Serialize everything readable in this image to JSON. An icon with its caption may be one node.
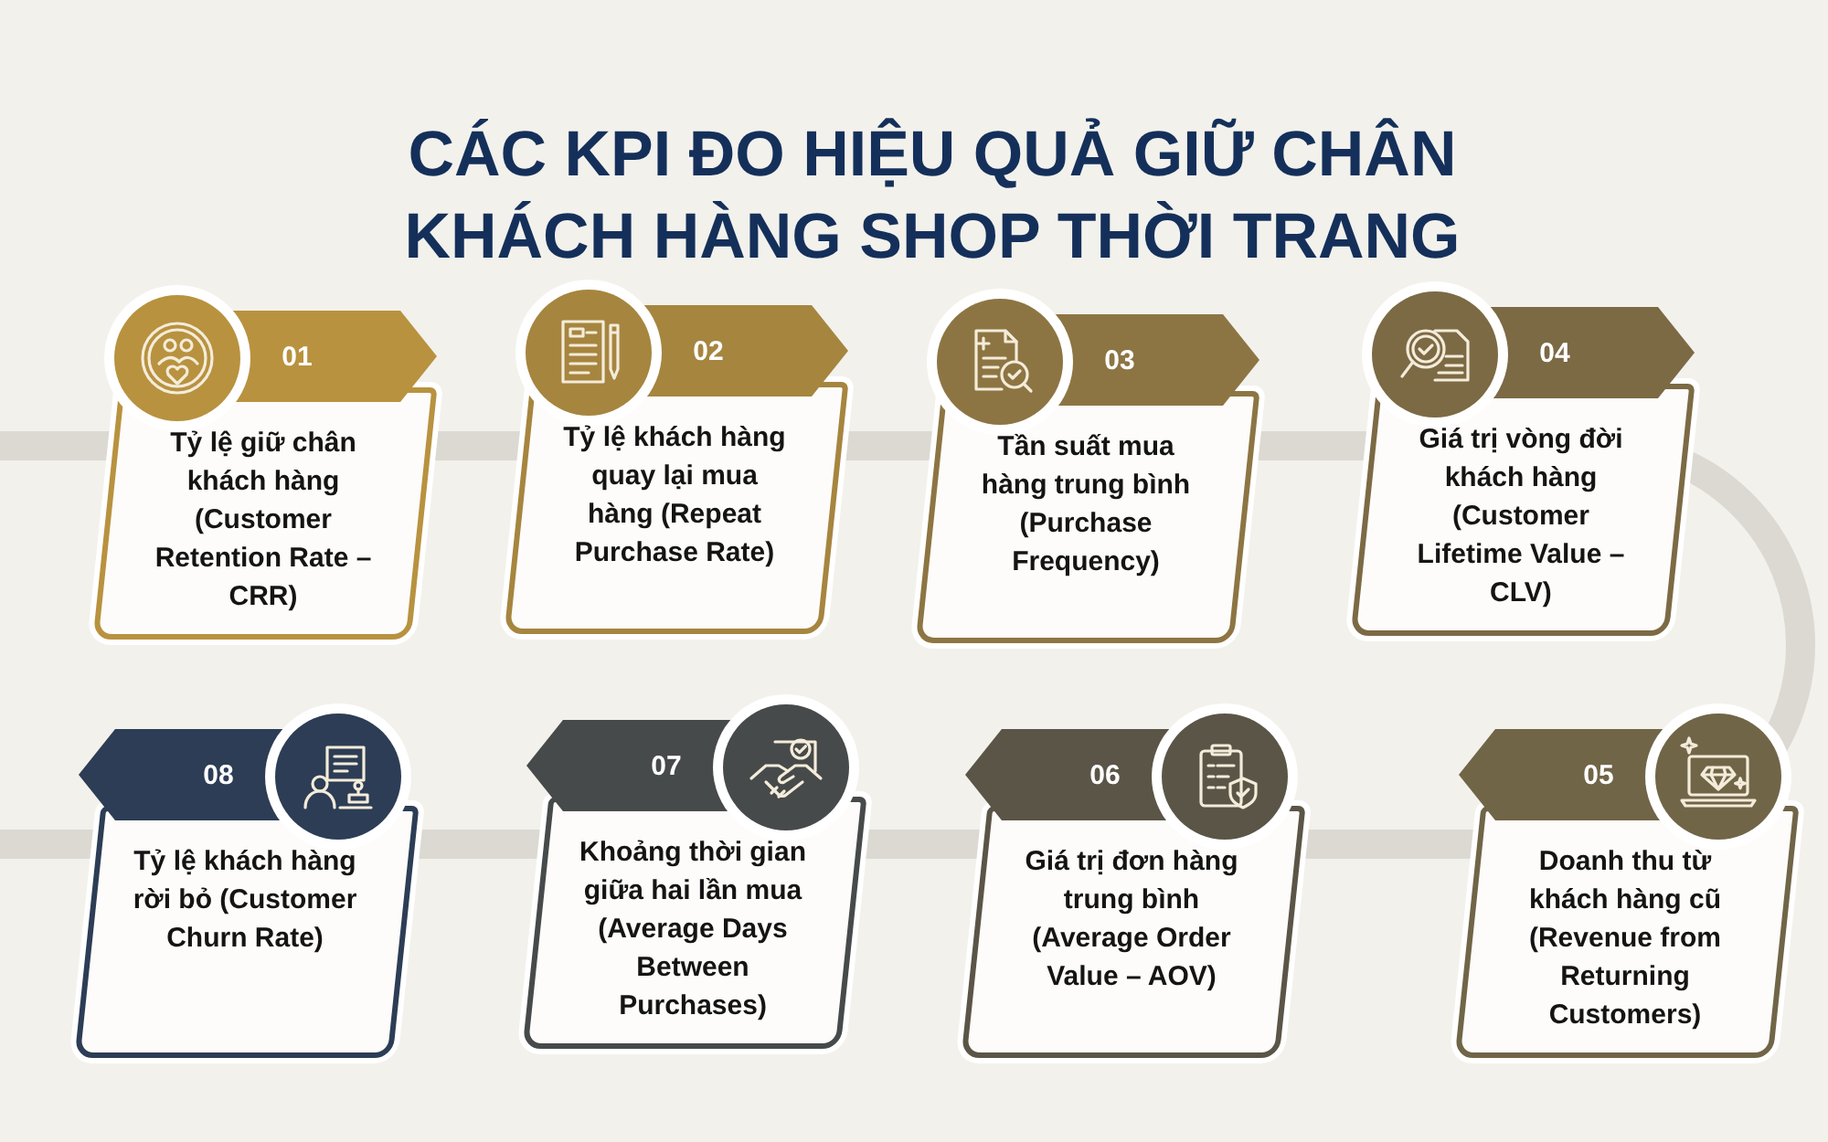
{
  "diagram": {
    "title": "CÁC KPI ĐO HIỆU QUẢ GIỮ CHÂN KHÁCH HÀNG SHOP THỜI TRANG",
    "nodes": [
      {
        "text": [
          "01",
          "Tỷ lệ giữ chân khách hàng (Customer Retention Rate – CRR)"
        ]
      },
      {
        "text": [
          "02",
          "Tỷ lệ khách hàng quay lại mua hàng (Repeat Purchase Rate)"
        ]
      },
      {
        "text": [
          "03",
          "Tần suất mua hàng trung bình (Purchase Frequency)"
        ]
      },
      {
        "text": [
          "04",
          "Giá trị vòng đời khách hàng (Customer Lifetime Value – CLV)"
        ]
      },
      {
        "text": [
          "05",
          "Doanh thu từ khách hàng cũ (Revenue from Returning Customers)"
        ]
      },
      {
        "text": [
          "06",
          "Giá trị đơn hàng trung bình (Average Order Value – AOV)"
        ]
      },
      {
        "text": [
          "07",
          "Khoảng thời gian giữa hai lần mua (Average Days Between Purchases)"
        ]
      },
      {
        "text": [
          "08",
          "Tỷ lệ khách hàng rời bỏ (Customer Churn Rate)"
        ]
      }
    ]
  }
}
